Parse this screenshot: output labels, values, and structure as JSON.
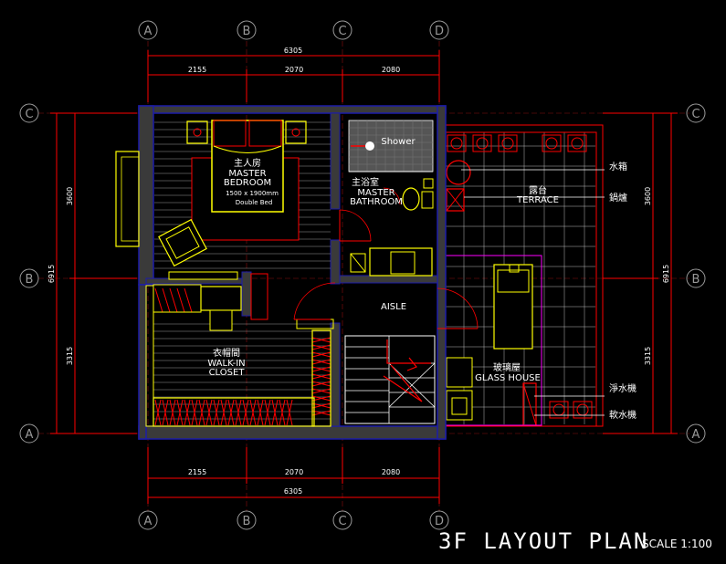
{
  "title": "3F LAYOUT PLAN",
  "scale": "SCALE 1:100",
  "grid": {
    "columns": [
      "A",
      "B",
      "C",
      "D"
    ],
    "rows": [
      "C",
      "B",
      "A"
    ]
  },
  "dimensions": {
    "top_total": "6305",
    "top_segments": [
      "2155",
      "2070",
      "2080"
    ],
    "bottom_total": "6305",
    "bottom_segments": [
      "2155",
      "2070",
      "2080"
    ],
    "left_total": "6915",
    "left_segments": [
      "3600",
      "3315"
    ],
    "right_total": "6915",
    "right_segments": [
      "3600",
      "3315"
    ]
  },
  "rooms": {
    "master_bedroom": {
      "zh": "主人房",
      "en1": "MASTER",
      "en2": "BEDROOM",
      "bed_size": "1500 x 1900mm",
      "bed_type": "Double Bed"
    },
    "master_bathroom": {
      "zh": "主浴室",
      "en1": "MASTER",
      "en2": "BATHROOM",
      "shower": "Shower"
    },
    "terrace": {
      "zh": "露台",
      "en": "TERRACE"
    },
    "aisle": {
      "en": "AISLE"
    },
    "closet": {
      "zh": "衣帽間",
      "en1": "WALK-IN",
      "en2": "CLOSET"
    },
    "glass_house": {
      "zh": "玻璃屋",
      "en": "GLASS HOUSE"
    }
  },
  "callouts": [
    "水箱",
    "鍋爐",
    "淨水機",
    "軟水機"
  ],
  "colors": {
    "wall": "#3a3a3a",
    "wall_edge": "#1c1ca8",
    "dimension": "#ff0000",
    "furniture": "#ffff00",
    "grid_bubble": "#9a9a9a",
    "pink": "#ff00ff"
  }
}
